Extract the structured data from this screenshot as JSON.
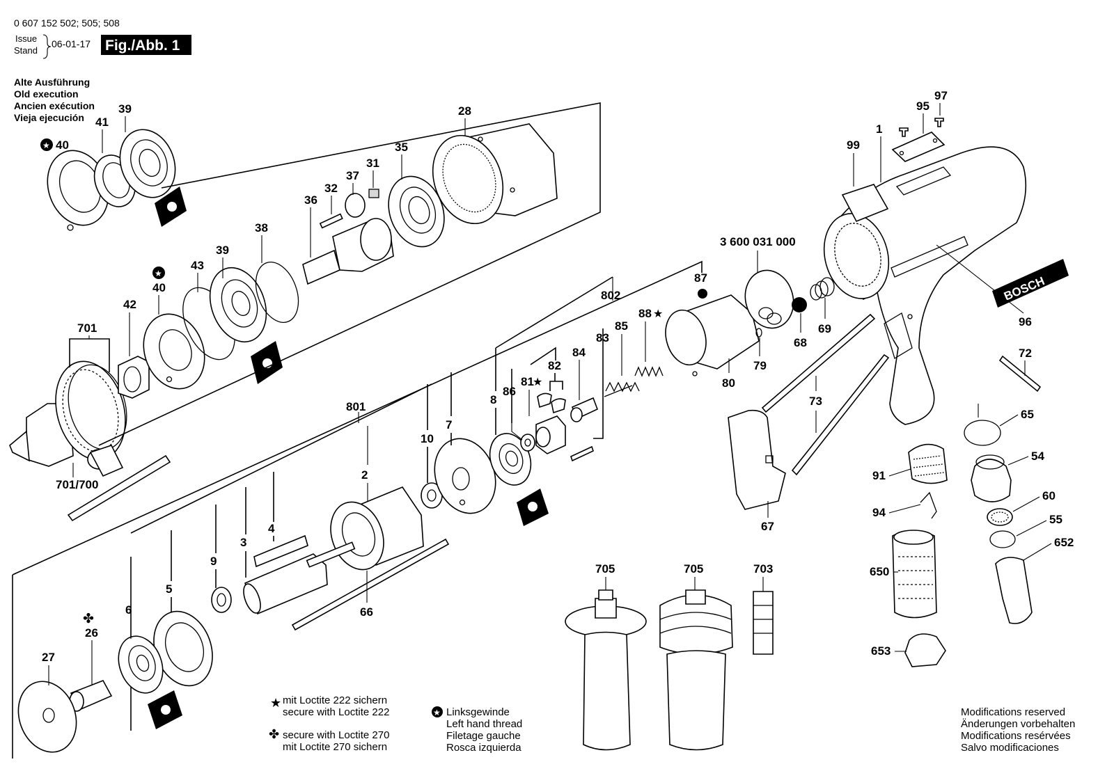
{
  "header": {
    "model_numbers": "0 607 152 502; 505; 508",
    "issue_label": "Issue",
    "stand_label": "Stand",
    "date": "06-01-17",
    "figure_label": "Fig./Abb. 1"
  },
  "old_execution": {
    "lines": [
      "Alte Ausführung",
      "Old execution",
      "Ancien exécution",
      "Vieja ejecución"
    ]
  },
  "brand": "BOSCH",
  "part_numbers": {
    "p1": "1",
    "p2": "2",
    "p3": "3",
    "p4": "4",
    "p5": "5",
    "p6": "6",
    "p7": "7",
    "p8": "8",
    "p9": "9",
    "p10": "10",
    "p26": "26",
    "p27": "27",
    "p28": "28",
    "p31": "31",
    "p32": "32",
    "p35": "35",
    "p36": "36",
    "p37": "37",
    "p38": "38",
    "p39a": "39",
    "p39b": "39",
    "p40a": "40",
    "p40b": "40",
    "p41": "41",
    "p42": "42",
    "p43": "43",
    "p54": "54",
    "p55": "55",
    "p60": "60",
    "p65": "65",
    "p66": "66",
    "p67": "67",
    "p68": "68",
    "p69": "69",
    "p72": "72",
    "p73": "73",
    "p79": "79",
    "p80": "80",
    "p81": "81",
    "p82": "82",
    "p83": "83",
    "p84": "84",
    "p85": "85",
    "p86": "86",
    "p87": "87",
    "p88": "88",
    "p91": "91",
    "p94": "94",
    "p95": "95",
    "p96": "96",
    "p97": "97",
    "p99": "99",
    "p650": "650",
    "p652": "652",
    "p653": "653",
    "p701": "701",
    "p701_700": "701/700",
    "p703": "703",
    "p705a": "705",
    "p705b": "705",
    "p801": "801",
    "p802": "802",
    "p3600": "3 600 031 000"
  },
  "legend": {
    "loctite222": [
      "mit Loctite 222 sichern",
      "secure with Loctite 222"
    ],
    "loctite270": [
      "secure with Loctite 270",
      "mit Loctite 270 sichern"
    ],
    "left_thread": [
      "Linksgewinde",
      "Left hand thread",
      "Filetage gauche",
      "Rosca izquierda"
    ],
    "modifications": [
      "Modifications reserved",
      "Änderungen vorbehalten",
      "Modifications resérvées",
      "Salvo modificaciones"
    ]
  }
}
